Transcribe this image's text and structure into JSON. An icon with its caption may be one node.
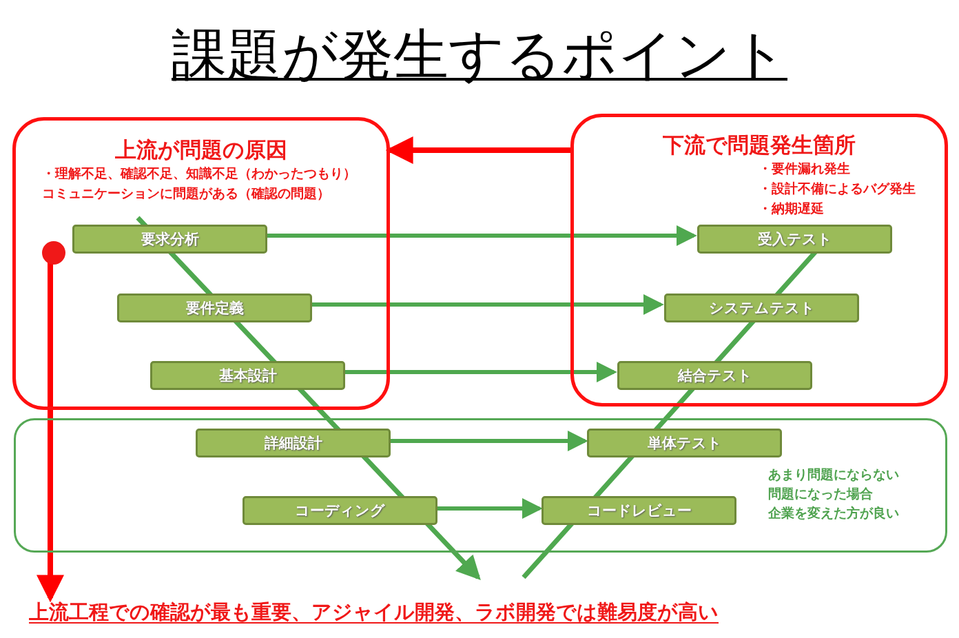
{
  "diagram": {
    "title": "課題が発生するポイント",
    "nodes": [
      {
        "text": [
          "上流が問題の原因",
          "・理解不足、確認不足、知識不足（わかったつもり）",
          "コミュニケーションに問題がある（確認の問題）"
        ]
      },
      {
        "text": [
          "下流で問題発生箇所",
          "・要件漏れ発生",
          "・設計不備によるバグ発生",
          "・納期遅延"
        ]
      },
      {
        "text": [
          "あまり問題にならない",
          "問題になった場合",
          "企業を変えた方が良い"
        ]
      },
      {
        "text": [
          "要求分析"
        ],
        "in": 0
      },
      {
        "text": [
          "要件定義"
        ],
        "in": 0
      },
      {
        "text": [
          "基本設計"
        ],
        "in": 0
      },
      {
        "text": [
          "詳細設計"
        ],
        "in": 2
      },
      {
        "text": [
          "コーディング"
        ],
        "in": 2
      },
      {
        "text": [
          "受入テスト"
        ],
        "in": 1
      },
      {
        "text": [
          "システムテスト"
        ],
        "in": 1
      },
      {
        "text": [
          "結合テスト"
        ],
        "in": 1
      },
      {
        "text": [
          "単体テスト"
        ],
        "in": 2
      },
      {
        "text": [
          "コードレビュー"
        ],
        "in": 2
      },
      {
        "text": [],
        "shape": "circle",
        "in": 0
      },
      {
        "text": [
          "上流工程での確認が最も重要、アジャイル開発、ラボ開発では難易度が高い"
        ]
      }
    ],
    "edges": [
      {
        "from": 1,
        "to": 0,
        "arrow": "to",
        "color": "#ff0000"
      },
      {
        "from": 3,
        "to": 8,
        "arrow": "to"
      },
      {
        "from": 4,
        "to": 9,
        "arrow": "to"
      },
      {
        "from": 5,
        "to": 10,
        "arrow": "to"
      },
      {
        "from": 6,
        "to": 11,
        "arrow": "to"
      },
      {
        "from": 7,
        "to": 12,
        "arrow": "to"
      },
      {
        "from": 13,
        "to": 14,
        "arrow": "to",
        "color": "#ff0000"
      }
    ]
  }
}
